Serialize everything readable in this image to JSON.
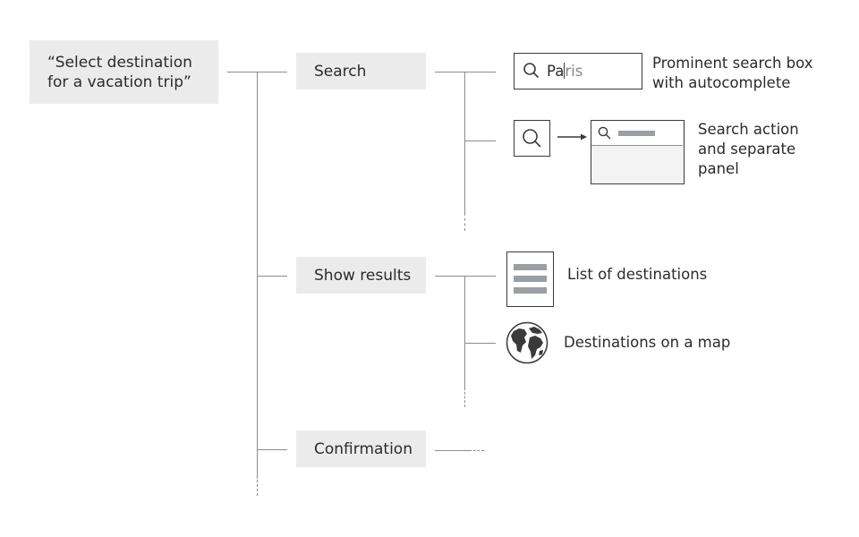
{
  "root": {
    "text": "“Select destination\nfor a vacation trip”"
  },
  "steps": [
    {
      "label": "Search"
    },
    {
      "label": "Show results"
    },
    {
      "label": "Confirmation"
    }
  ],
  "search": {
    "typed": "Pa",
    "completion": "ris",
    "options": [
      {
        "label": "Prominent search box\nwith autocomplete"
      },
      {
        "label": "Search action\nand separate\npanel"
      }
    ]
  },
  "results": {
    "options": [
      {
        "label": "List of destinations"
      },
      {
        "label": "Destinations on a map"
      }
    ]
  },
  "icons": [
    "search-icon",
    "arrow-right-icon",
    "list-icon",
    "globe-icon"
  ],
  "colors": {
    "box_fill": "#ebebeb",
    "line": "#8c8c8c",
    "text": "#2b2b2b",
    "bar": "#9a9fa5"
  }
}
